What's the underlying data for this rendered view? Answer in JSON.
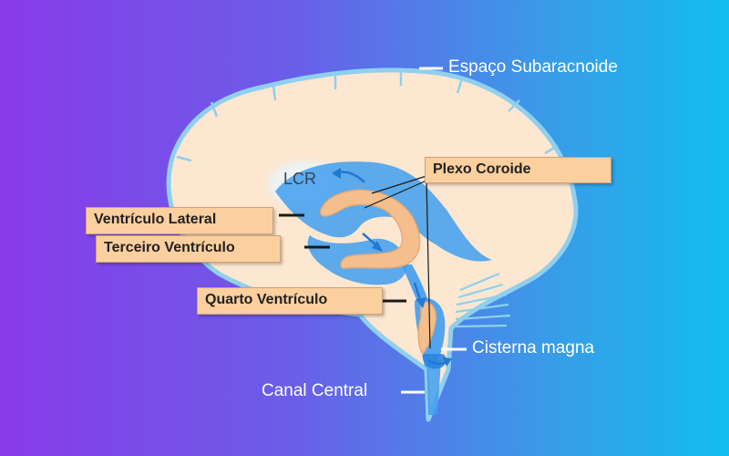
{
  "labels": {
    "subarachnoid_space": "Espaço Subaracnoide",
    "csf": "LCR",
    "choroid_plexus": "Plexo Coroide",
    "lateral_ventricle": "Ventrículo Lateral",
    "third_ventricle": "Terceiro Ventrículo",
    "fourth_ventricle": "Quarto Ventrículo",
    "cisterna_magna": "Cisterna magna",
    "central_canal": "Canal Central"
  },
  "colors": {
    "brain_fill": "#fde7d0",
    "brain_outline": "#8fd0ee",
    "csf_blue": "#3f9df0",
    "plexus": "#f4bf8c",
    "label_box": "#fccf9f",
    "leader_line": "#1a1a1a",
    "ext_line": "#ffffff"
  }
}
